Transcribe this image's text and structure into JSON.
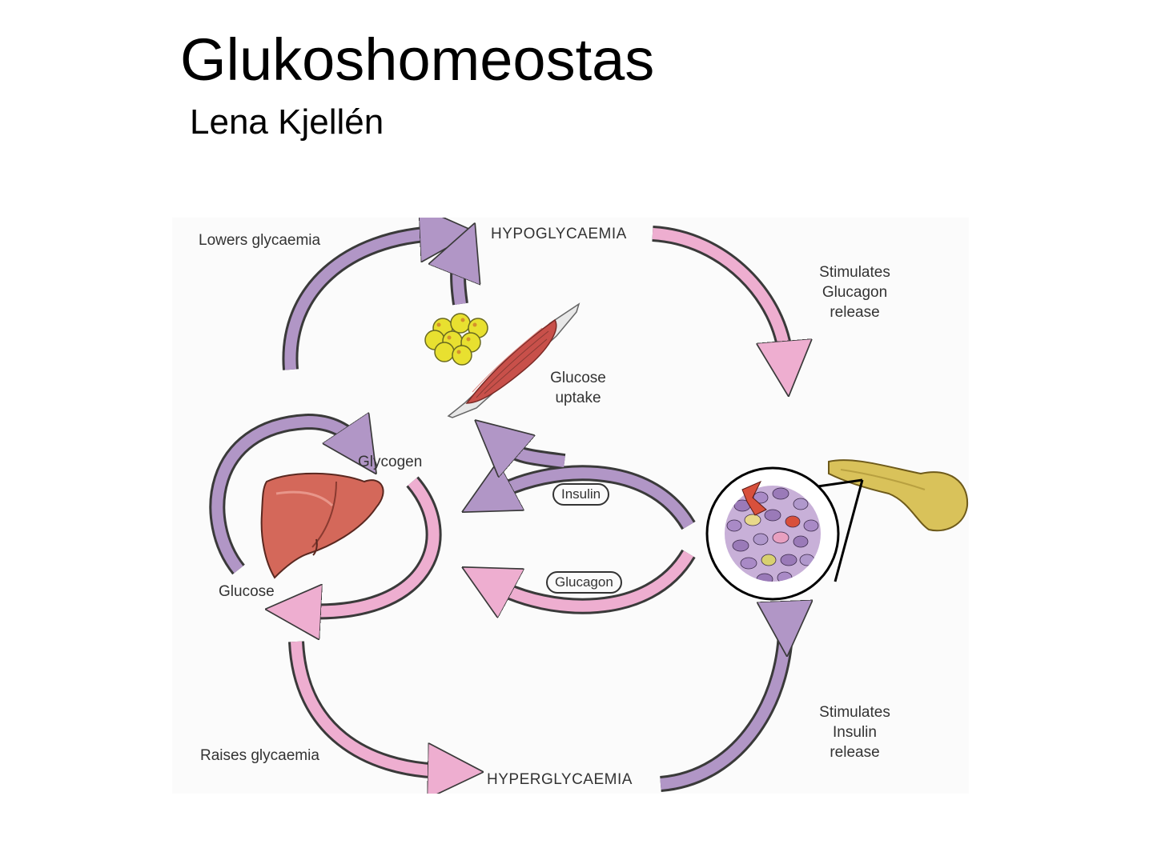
{
  "slide": {
    "title": "Glukoshomeostas",
    "subtitle": "Lena Kjellén"
  },
  "diagram": {
    "labels": {
      "hypoglycaemia": "HYPOGLYCAEMIA",
      "hyperglycaemia": "HYPERGLYCAEMIA",
      "lowers": "Lowers glycaemia",
      "raises": "Raises glycaemia",
      "stim_glucagon": "Stimulates\nGlucagon\nrelease",
      "stim_insulin": "Stimulates\nInsulin\nrelease",
      "glucose_uptake": "Glucose\nuptake",
      "glycogen": "Glycogen",
      "glucose": "Glucose",
      "insulin": "Insulin",
      "glucagon": "Glucagon"
    },
    "colors": {
      "purple_arrow": "#b196c6",
      "pink_arrow": "#eeaed0",
      "arrow_outline": "#3a3a3a",
      "liver": "#d4685a",
      "pancreas": "#d9c25a",
      "fat_cells": "#e8e030",
      "muscle": "#c8504a"
    },
    "icons": [
      "liver-icon",
      "muscle-icon",
      "fat-cells-icon",
      "pancreas-icon",
      "islet-magnified-icon"
    ]
  }
}
